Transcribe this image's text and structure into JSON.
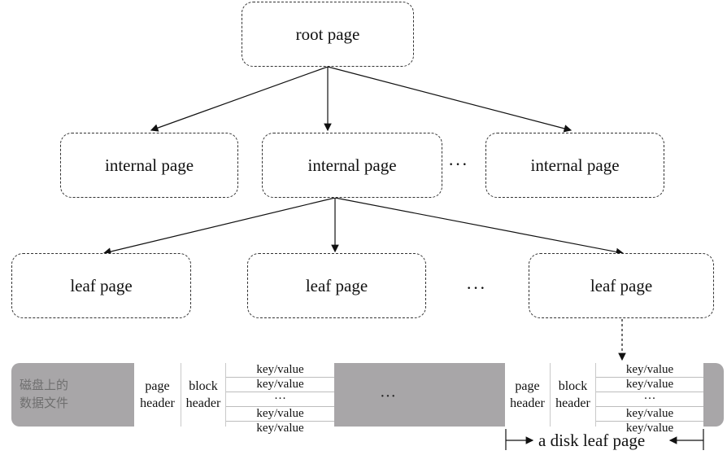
{
  "tree": {
    "root": "root page",
    "internal": [
      "internal page",
      "internal page",
      "internal page"
    ],
    "leaf": [
      "leaf page",
      "leaf page",
      "leaf page"
    ],
    "ellipsis": "···"
  },
  "disk": {
    "label_line1": "磁盘上的",
    "label_line2": "数据文件",
    "page_header": "page header",
    "block_header": "block header",
    "kv_rows": [
      "key/value",
      "key/value",
      "···",
      "key/value",
      "key/value"
    ],
    "middle_ellipsis": "···",
    "span_label": "a disk leaf page"
  }
}
